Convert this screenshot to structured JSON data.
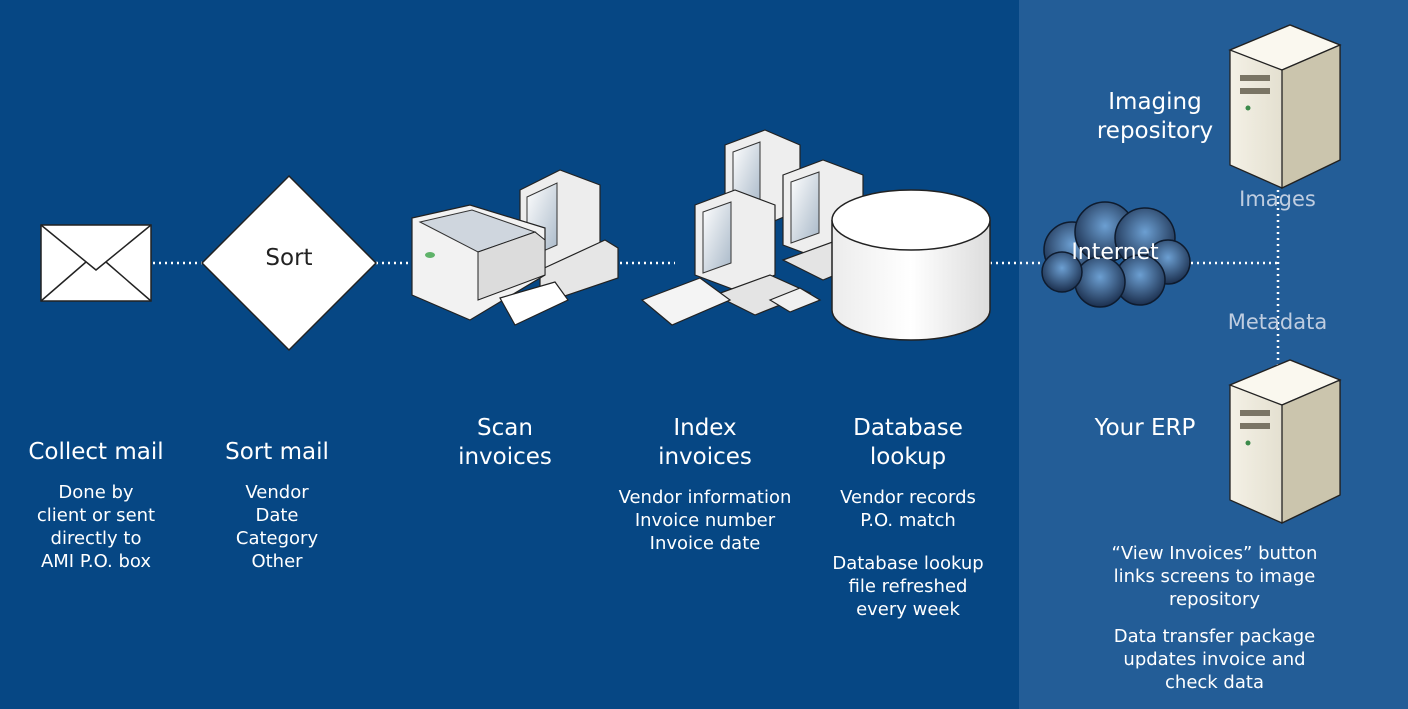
{
  "diagram": {
    "sort_shape_label": "Sort",
    "internet_label": "Internet",
    "images_label": "Images",
    "metadata_label": "Metadata",
    "imaging_repository": [
      "Imaging",
      "repository"
    ],
    "your_erp": "Your ERP",
    "steps": [
      {
        "title": [
          "Collect mail"
        ],
        "details": [
          "Done by",
          "client or sent",
          "directly to",
          "AMI P.O. box"
        ]
      },
      {
        "title": [
          "Sort mail"
        ],
        "details": [
          "Vendor",
          "Date",
          "Category",
          "Other"
        ]
      },
      {
        "title": [
          "Scan",
          "invoices"
        ],
        "details": []
      },
      {
        "title": [
          "Index",
          "invoices"
        ],
        "details": [
          "Vendor information",
          "Invoice number",
          "Invoice date"
        ]
      },
      {
        "title": [
          "Database",
          "lookup"
        ],
        "details": [
          "Vendor records",
          "P.O. match"
        ],
        "details2": [
          "Database lookup",
          "file refreshed",
          "every week"
        ]
      }
    ],
    "erp_notes": [
      [
        "“View Invoices” button",
        "links screens to image",
        "repository"
      ],
      [
        "Data transfer package",
        "updates invoice and",
        "check data"
      ]
    ]
  }
}
